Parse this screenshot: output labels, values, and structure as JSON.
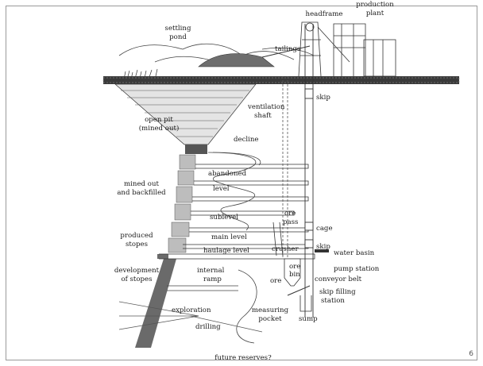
{
  "slide": {
    "page_number": "6"
  },
  "diagram": {
    "labels": {
      "production_plant_1": "production",
      "production_plant_2": "plant",
      "headframe": "headframe",
      "settling_pond_1": "settling",
      "settling_pond_2": "pond",
      "tailings": "tailings",
      "skip_top": "skip",
      "open_pit_1": "open pit",
      "open_pit_2": "(mined out)",
      "ventilation_1": "ventilation",
      "ventilation_2": "shaft",
      "decline": "decline",
      "abandoned": "abandoned",
      "level": "level",
      "mined_out_1": "mined out",
      "mined_out_2": "and backfilled",
      "sublevel": "sublevel",
      "ore_pass_1": "ore",
      "ore_pass_2": "pass",
      "cage": "cage",
      "produced_1": "produced",
      "produced_2": "stopes",
      "main_level": "main level",
      "skip_low": "skip",
      "water_basin": "water basin",
      "haulage_level": "haulage level",
      "crusher": "crusher",
      "development_1": "development",
      "development_2": "of stopes",
      "internal_ramp_1": "internal",
      "internal_ramp_2": "ramp",
      "ore_bin_1": "ore",
      "ore_bin_2": "bin",
      "pump_station": "pump station",
      "conveyor_belt": "conveyor belt",
      "ore": "ore",
      "skip_filling_1": "skip filling",
      "skip_filling_2": "station",
      "exploration": "exploration",
      "measuring_1": "measuring",
      "measuring_2": "pocket",
      "sump": "sump",
      "drilling": "drilling",
      "future_reserves": "future reserves?"
    }
  }
}
